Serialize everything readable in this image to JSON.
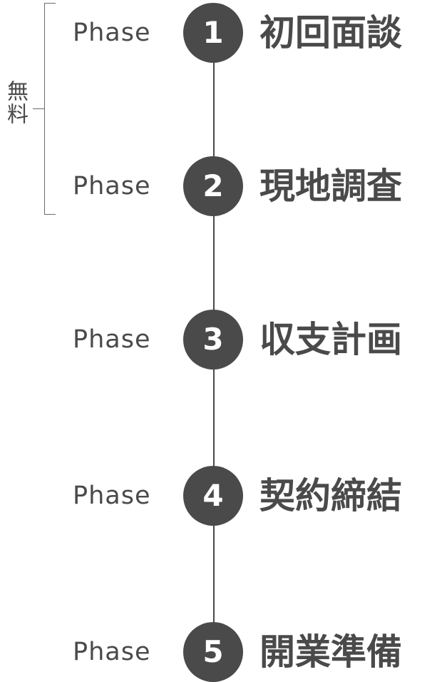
{
  "bracket": {
    "label": "無料"
  },
  "phases": [
    {
      "prefix": "Phase",
      "number": "1",
      "title": "初回面談"
    },
    {
      "prefix": "Phase",
      "number": "2",
      "title": "現地調査"
    },
    {
      "prefix": "Phase",
      "number": "3",
      "title": "収支計画"
    },
    {
      "prefix": "Phase",
      "number": "4",
      "title": "契約締結"
    },
    {
      "prefix": "Phase",
      "number": "5",
      "title": "開業準備"
    }
  ]
}
